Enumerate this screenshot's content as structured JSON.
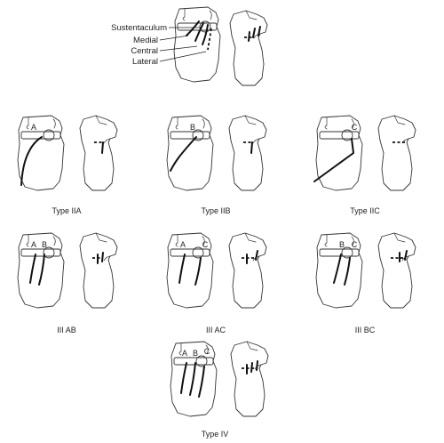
{
  "labels": {
    "sustentaculum": "Sustentaculum",
    "medial": "Medial",
    "central": "Central",
    "lateral": "Lateral"
  },
  "panels": [
    {
      "caption": "Type IIA",
      "letters": [
        "A"
      ]
    },
    {
      "caption": "Type IIB",
      "letters": [
        "B"
      ]
    },
    {
      "caption": "Type IIC",
      "letters": [
        "C"
      ]
    },
    {
      "caption": "III AB",
      "letters": [
        "A",
        "B"
      ]
    },
    {
      "caption": "III AC",
      "letters": [
        "A",
        "C"
      ]
    },
    {
      "caption": "III BC",
      "letters": [
        "B",
        "C"
      ]
    },
    {
      "caption": "Type IV",
      "letters": [
        "A",
        "B",
        "C"
      ]
    }
  ]
}
